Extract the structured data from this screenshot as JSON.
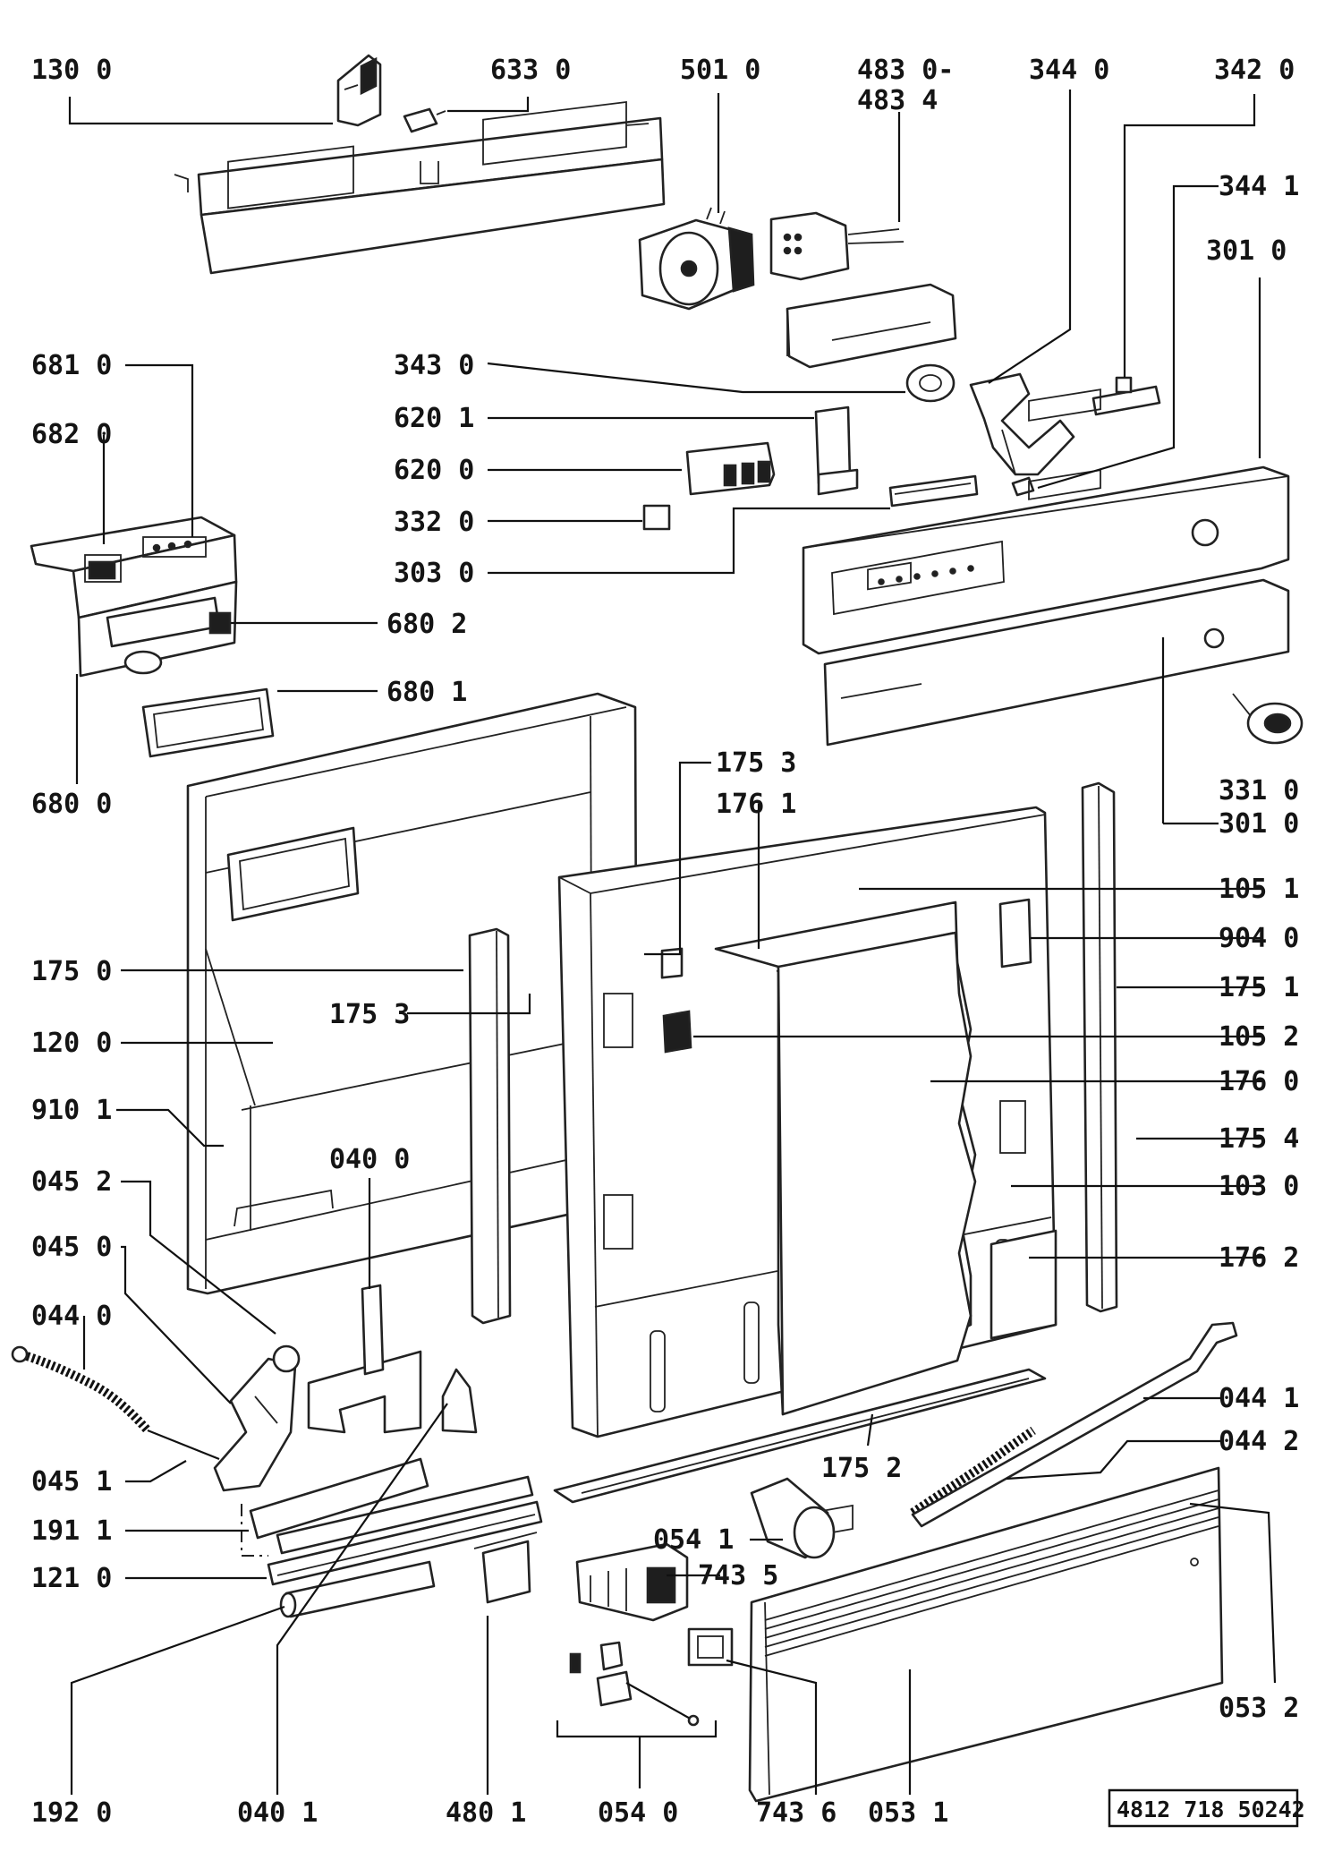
{
  "document_number": "4812 718 50242",
  "labels": {
    "p130_0": "130 0",
    "p633_0": "633 0",
    "p501_0": "501 0",
    "p483_0": "483 0-",
    "p483_4": "483 4",
    "p344_0": "344 0",
    "p342_0": "342 0",
    "p344_1": "344 1",
    "p301_0a": "301 0",
    "p681_0": "681 0",
    "p682_0": "682 0",
    "p343_0": "343 0",
    "p620_1": "620 1",
    "p620_0": "620 0",
    "p332_0": "332 0",
    "p303_0": "303 0",
    "p680_2": "680 2",
    "p680_1": "680 1",
    "p680_0": "680 0",
    "p175_3a": "175 3",
    "p176_1": "176 1",
    "p331_0": "331 0",
    "p301_0b": "301 0",
    "p105_1": "105 1",
    "p904_0": "904 0",
    "p175_0": "175 0",
    "p175_1": "175 1",
    "p175_3b": "175 3",
    "p105_2": "105 2",
    "p120_0": "120 0",
    "p176_0": "176 0",
    "p910_1": "910 1",
    "p175_4": "175 4",
    "p040_0": "040 0",
    "p045_2": "045 2",
    "p103_0": "103 0",
    "p045_0": "045 0",
    "p176_2": "176 2",
    "p044_0": "044 0",
    "p044_1": "044 1",
    "p044_2": "044 2",
    "p175_2": "175 2",
    "p045_1": "045 1",
    "p191_1": "191 1",
    "p054_1": "054 1",
    "p121_0": "121 0",
    "p743_5": "743 5",
    "p053_2": "053 2",
    "p192_0": "192 0",
    "p040_1": "040 1",
    "p480_1": "480 1",
    "p054_0": "054 0",
    "p743_6": "743 6",
    "p053_1": "053 1"
  }
}
